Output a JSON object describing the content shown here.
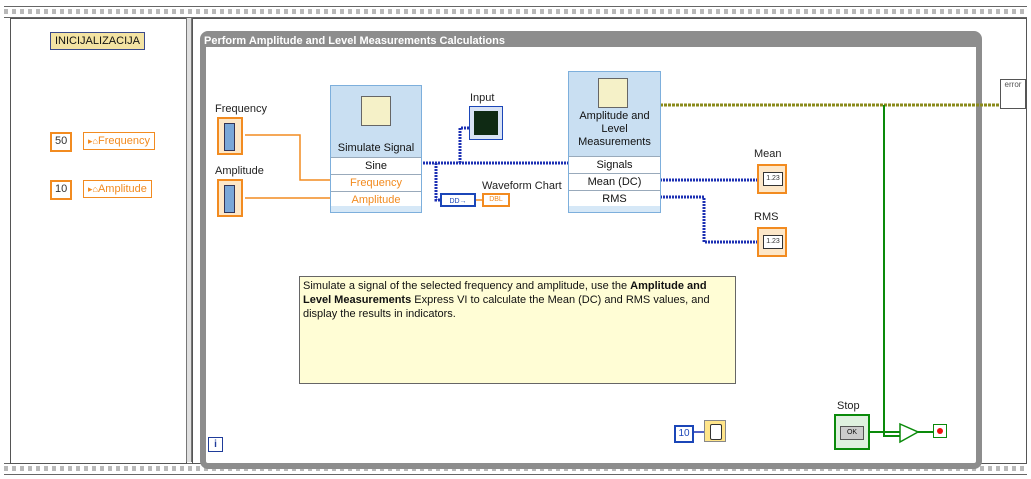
{
  "init_frame": {
    "title": "INICIJALIZACIJA",
    "frequency_value": "50",
    "frequency_local": "Frequency",
    "amplitude_value": "10",
    "amplitude_local": "Amplitude"
  },
  "loop": {
    "title": "Perform Amplitude and Level Measurements Calculations"
  },
  "controls": {
    "frequency_label": "Frequency",
    "amplitude_label": "Amplitude"
  },
  "simulate_signal": {
    "title": "Simulate Signal",
    "rows": [
      "Sine",
      "Frequency",
      "Amplitude"
    ]
  },
  "input_chart": {
    "label": "Input",
    "chart_label": "Waveform Chart",
    "dbl_text": "DBL"
  },
  "amp_level": {
    "title": "Amplitude and Level Measurements",
    "rows": [
      "Signals",
      "Mean (DC)",
      "RMS"
    ]
  },
  "outputs": {
    "mean_label": "Mean",
    "rms_label": "RMS",
    "ind_text": "1.23"
  },
  "note": {
    "text_before": "Simulate a signal of the selected frequency and amplitude, use the ",
    "bold": "Amplitude and Level Measurements",
    "text_after": " Express VI to calculate the Mean (DC) and RMS values, and display the results in indicators."
  },
  "wait": {
    "value": "10"
  },
  "stop": {
    "label": "Stop",
    "button_text": "OK"
  },
  "info_icon": "i",
  "error_out": "error",
  "colors": {
    "orange": "#f28b20",
    "blue_wire": "#1b2fb3",
    "olive_wire": "#8a8a1a",
    "green_bool": "#0a8a0a"
  }
}
